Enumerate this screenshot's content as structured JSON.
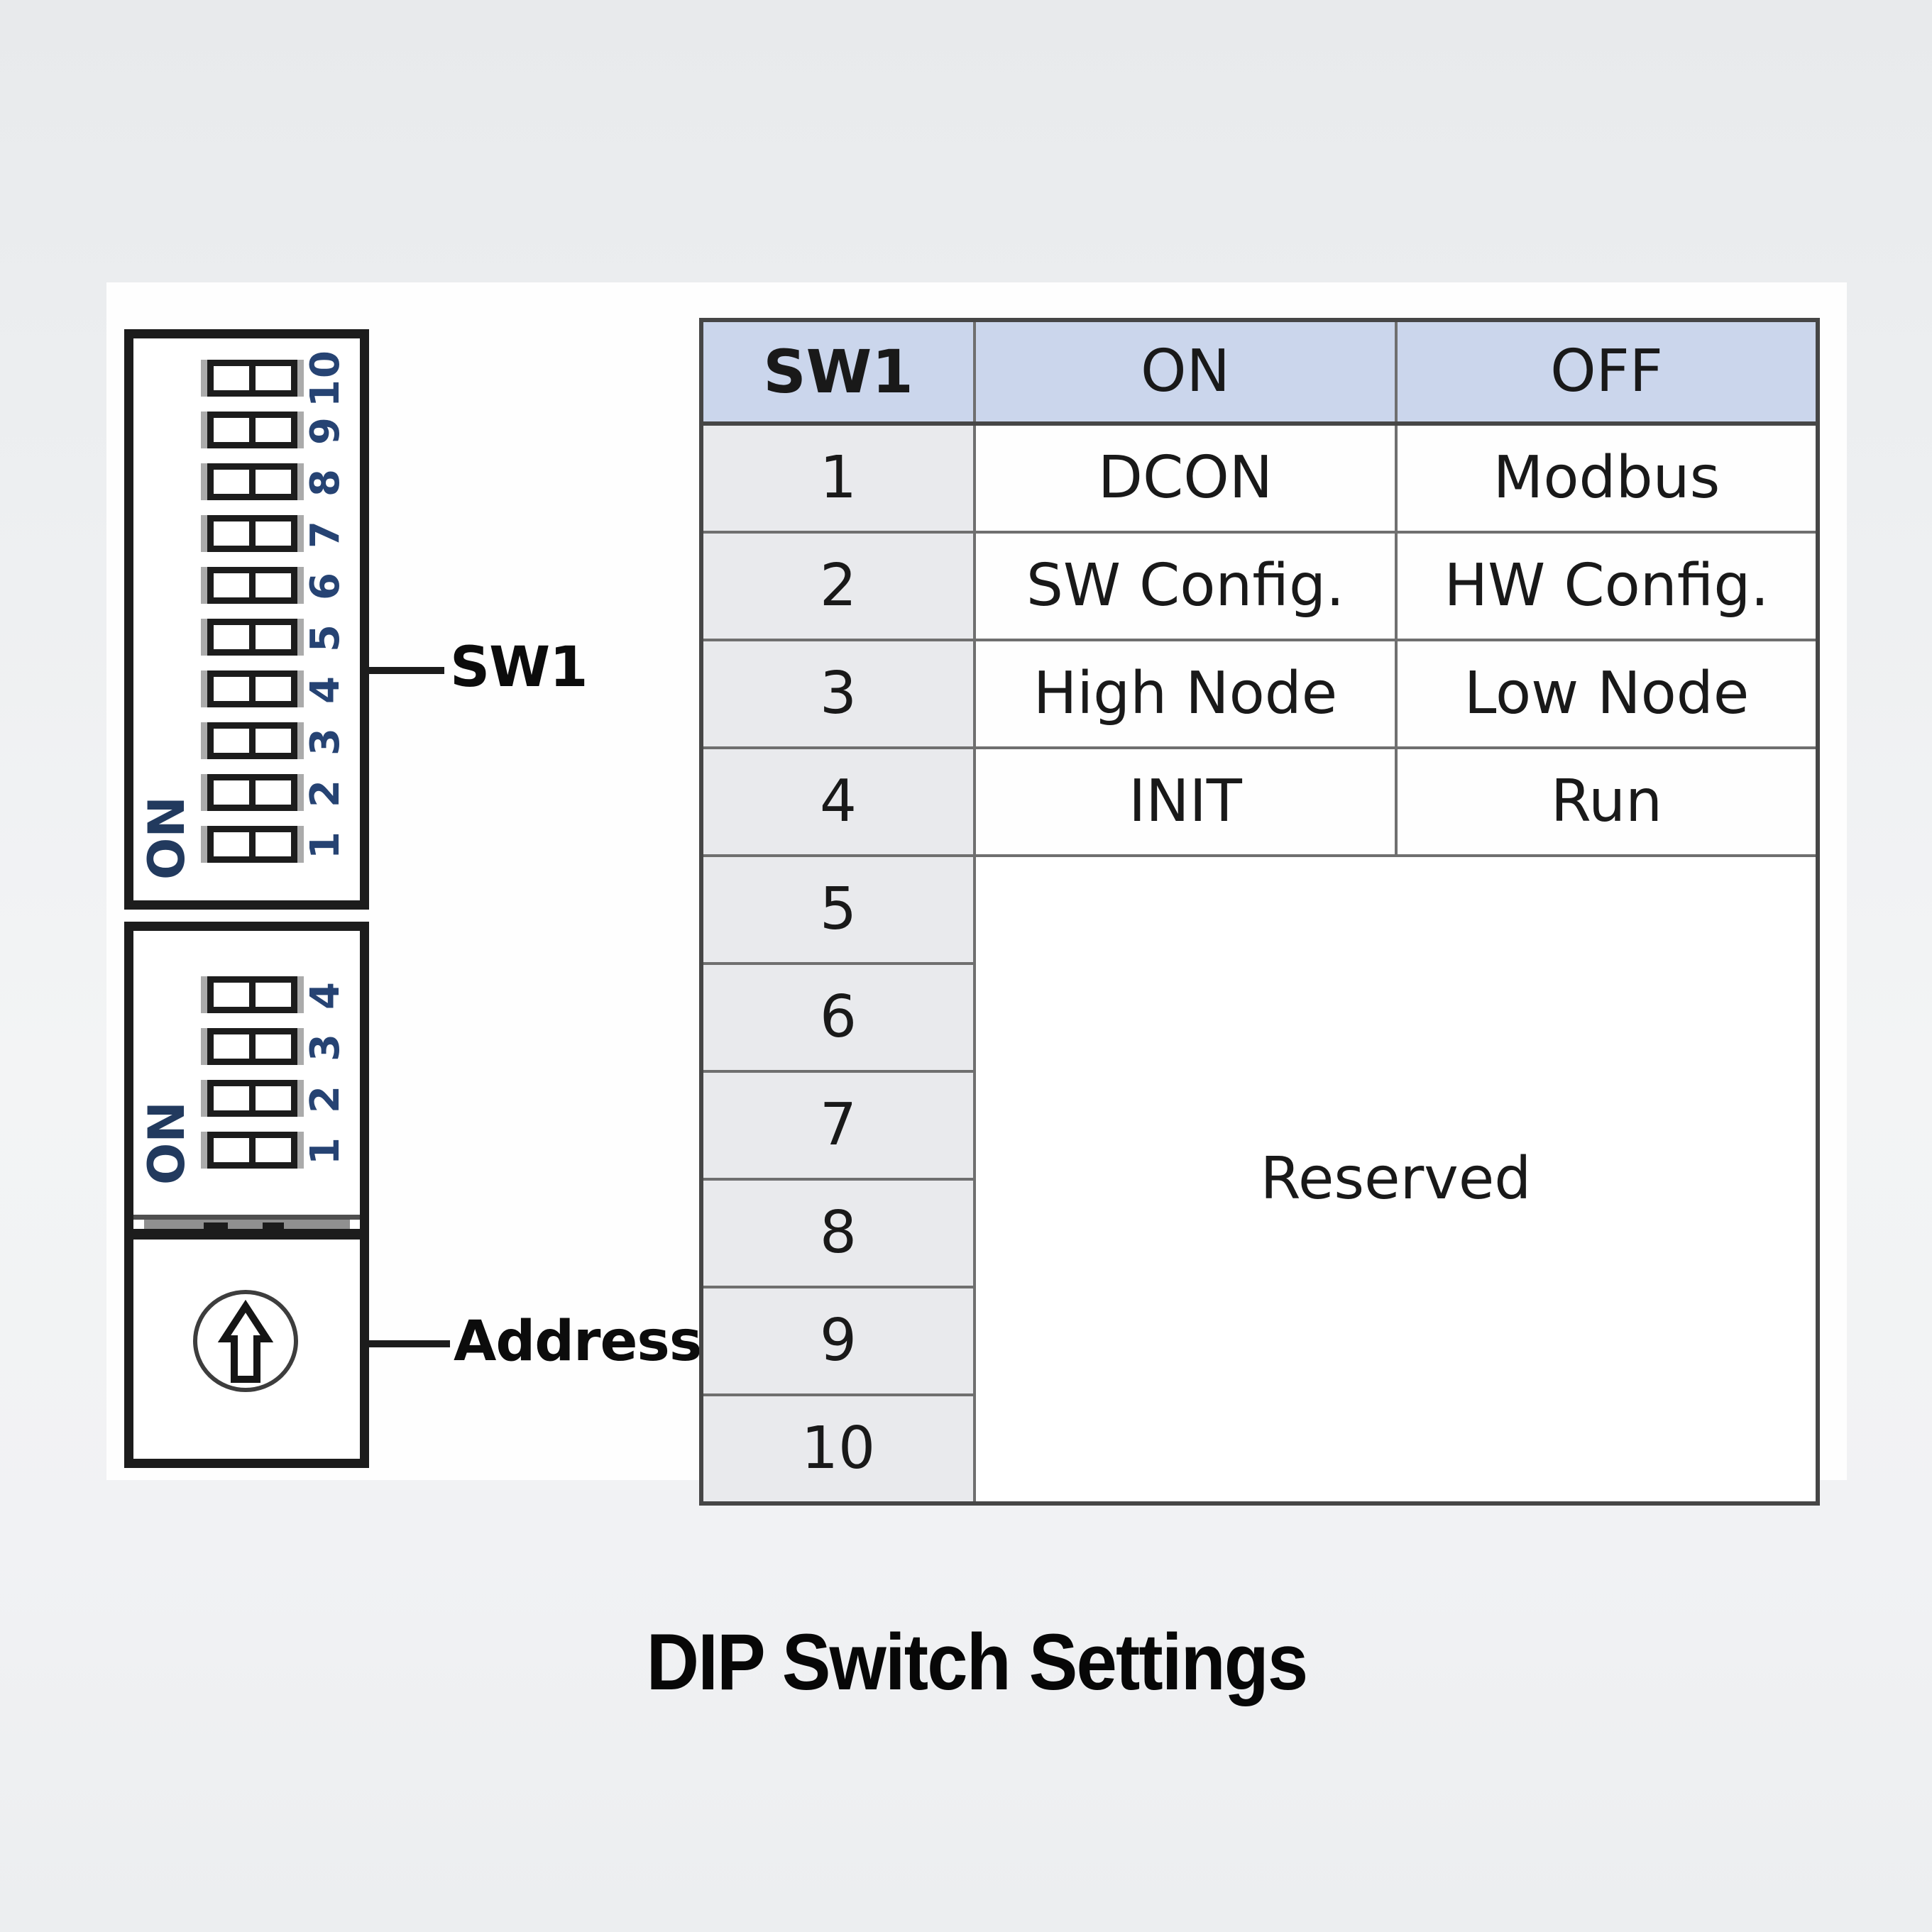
{
  "page": {
    "title": "DIP Switch Settings"
  },
  "colors": {
    "table_header_bg": "#cbd6ec",
    "table_rowlabel_bg": "#e9eaed",
    "table_border": "#6f6f6f",
    "switch_number_blue": "#264373",
    "diagram_line_black": "#1c1c1c"
  },
  "diagram": {
    "sw1_callout": "SW1",
    "address_callout": "Address",
    "block1": {
      "on_label": "ON",
      "switch_numbers": [
        "10",
        "9",
        "8",
        "7",
        "6",
        "5",
        "4",
        "3",
        "2",
        "1"
      ]
    },
    "block2": {
      "on_label": "ON",
      "switch_numbers": [
        "4",
        "3",
        "2",
        "1"
      ]
    },
    "address_dial_icon": "up-arrow-rotary-dial-icon"
  },
  "table": {
    "header": {
      "col1": "SW1",
      "col2": "ON",
      "col3": "OFF"
    },
    "rows": [
      {
        "sw": "1",
        "on": "DCON",
        "off": "Modbus"
      },
      {
        "sw": "2",
        "on": "SW Config.",
        "off": "HW Config."
      },
      {
        "sw": "3",
        "on": "High Node",
        "off": "Low Node"
      },
      {
        "sw": "4",
        "on": "INIT",
        "off": "Run"
      },
      {
        "sw": "5"
      },
      {
        "sw": "6"
      },
      {
        "sw": "7"
      },
      {
        "sw": "8"
      },
      {
        "sw": "9"
      },
      {
        "sw": "10"
      }
    ],
    "reserved_label": "Reserved"
  }
}
